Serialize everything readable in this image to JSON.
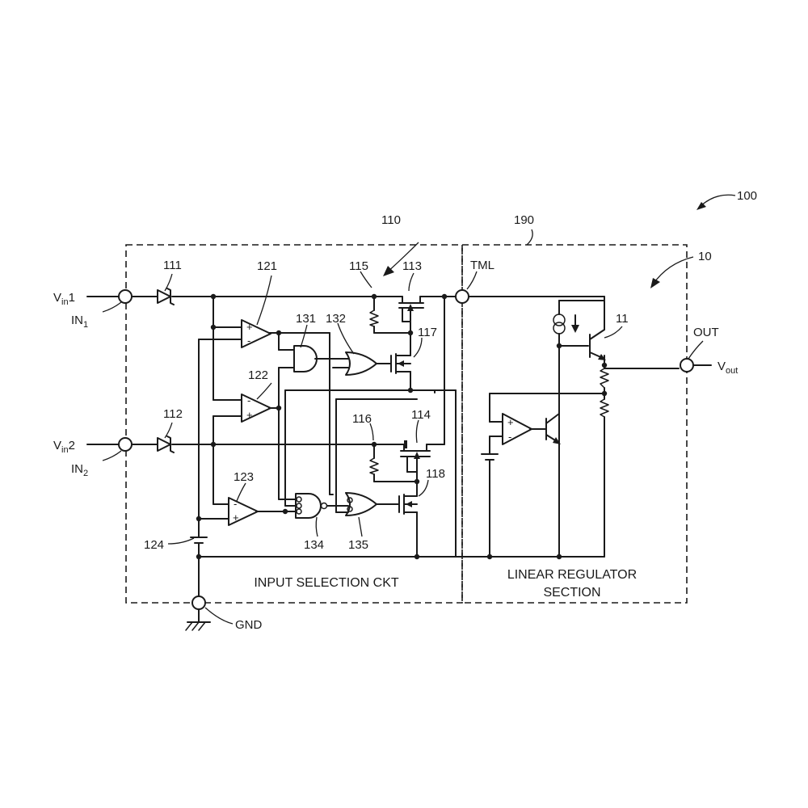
{
  "figure_ref": "100",
  "blocks": {
    "input_selection_ref": "110",
    "input_selection_label": "INPUT SELECTION CKT",
    "regulator_block_ref": "190",
    "regulator_ref": "10",
    "regulator_label_line1": "LINEAR REGULATOR",
    "regulator_label_line2": "SECTION"
  },
  "terminals": {
    "vin1": {
      "main": "V",
      "sub": "in",
      "suffix": "1"
    },
    "in1": {
      "main": "IN",
      "sub": "1"
    },
    "vin2": {
      "main": "V",
      "sub": "in",
      "suffix": "2"
    },
    "in2": {
      "main": "IN",
      "sub": "2"
    },
    "gnd": "GND",
    "tml": "TML",
    "out": "OUT",
    "vout": {
      "main": "V",
      "sub": "out"
    }
  },
  "components": {
    "diode_1": "111",
    "diode_2": "112",
    "transistor_1": "113",
    "transistor_2": "114",
    "resistor_1": "115",
    "resistor_2": "116",
    "nmos_1": "117",
    "nmos_2": "118",
    "comparator_1": "121",
    "comparator_2": "122",
    "comparator_3": "123",
    "battery": "124",
    "and_gate": "131",
    "or_gate_1": "132",
    "nand_gate": "134",
    "or_gate_2": "135",
    "output_transistor": "11"
  },
  "signs": {
    "plus": "+",
    "minus": "-"
  }
}
